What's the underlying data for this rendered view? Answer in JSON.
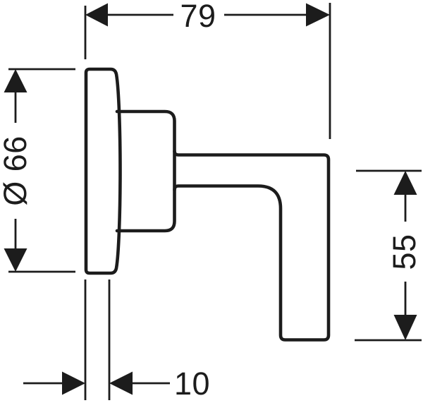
{
  "figure": {
    "type": "technical-dimension-drawing",
    "view": "side-profile-of-wall-mounted-lever-valve-trim",
    "units_shown": "none"
  },
  "dimensions": {
    "overall_depth": {
      "label": "79",
      "orientation": "horizontal",
      "position": "top"
    },
    "escutcheon_diameter": {
      "label": "Ø 66",
      "orientation": "vertical",
      "position": "left"
    },
    "lever_drop": {
      "label": "55",
      "orientation": "vertical",
      "position": "right"
    },
    "escutcheon_depth": {
      "label": "10",
      "orientation": "horizontal",
      "position": "bottom"
    }
  },
  "colors": {
    "line": "#1c1c1c",
    "background": "#ffffff"
  }
}
